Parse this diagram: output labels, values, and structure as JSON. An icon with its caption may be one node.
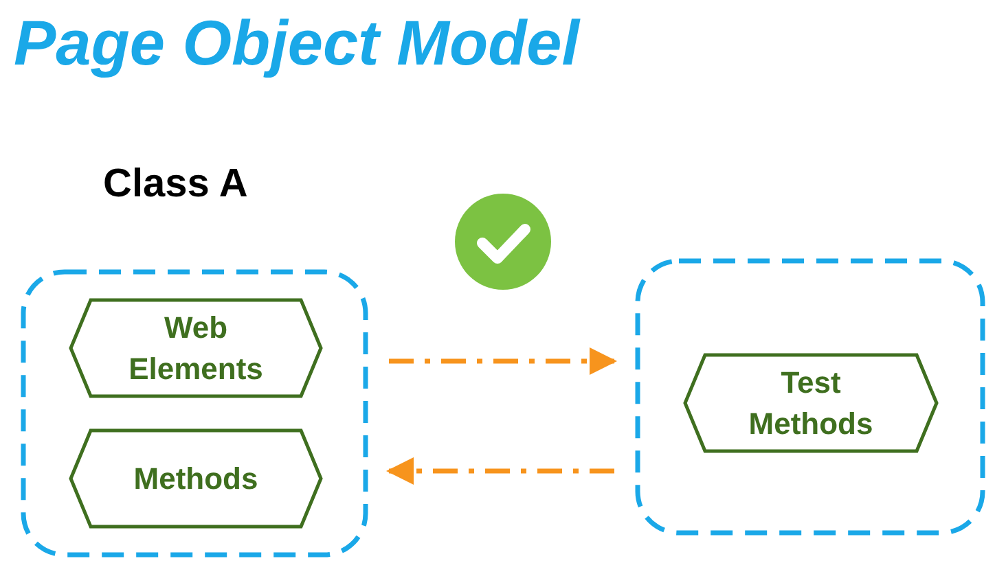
{
  "diagram": {
    "title": "Page Object Model",
    "nodes": [
      {
        "text": [
          "Class A"
        ]
      },
      {
        "text": [
          "Web Elements"
        ],
        "in": 0
      },
      {
        "text": [
          "Methods"
        ],
        "in": 0
      },
      {
        "text": [],
        "shape": "box"
      },
      {
        "text": [
          "Test Methods"
        ],
        "in": 3
      }
    ],
    "edges": [
      {
        "from": 0,
        "to": 3,
        "arrow": "to",
        "style": "dashed"
      },
      {
        "from": 3,
        "to": 0,
        "arrow": "to",
        "style": "dashed"
      }
    ]
  }
}
